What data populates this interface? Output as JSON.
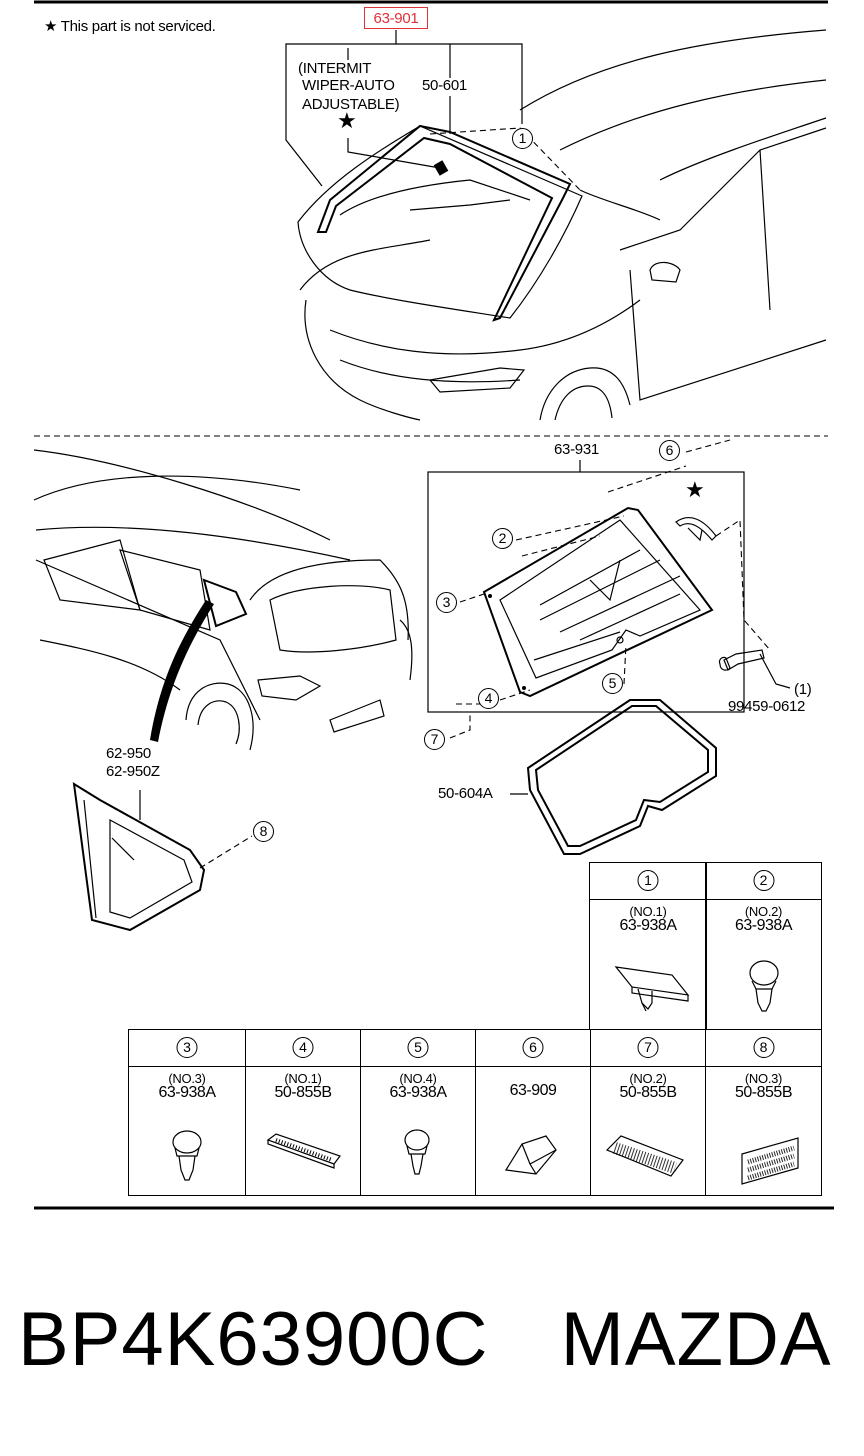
{
  "legend": {
    "star_icon": "star-icon",
    "note": "This part is not serviced."
  },
  "highlight": {
    "part_number": "63-901",
    "color": "#e0303a"
  },
  "windshield": {
    "note_lines": [
      "(INTERMIT",
      "WIPER-AUTO",
      "ADJUSTABLE)"
    ],
    "part_50_601": "50-601",
    "callout": "1"
  },
  "rear": {
    "part_63_931": "63-931",
    "callouts": [
      "2",
      "3",
      "4",
      "5",
      "6",
      "7",
      "8"
    ],
    "bolt_part": "99459-0612",
    "bolt_qty": "(1)",
    "part_62_950": "62-950",
    "part_62_950z": "62-950Z",
    "weatherstrip": "50-604A"
  },
  "parts_table": {
    "top_row": [
      {
        "num": "1",
        "sub": "(NO.1)",
        "part": "63-938A"
      },
      {
        "num": "2",
        "sub": "(NO.2)",
        "part": "63-938A"
      }
    ],
    "bottom_row": [
      {
        "num": "3",
        "sub": "(NO.3)",
        "part": "63-938A"
      },
      {
        "num": "4",
        "sub": "(NO.1)",
        "part": "50-855B"
      },
      {
        "num": "5",
        "sub": "(NO.4)",
        "part": "63-938A"
      },
      {
        "num": "6",
        "sub": "",
        "part": "63-909"
      },
      {
        "num": "7",
        "sub": "(NO.2)",
        "part": "50-855B"
      },
      {
        "num": "8",
        "sub": "(NO.3)",
        "part": "50-855B"
      }
    ]
  },
  "caption": {
    "part_number": "BP4K63900C",
    "brand": "MAZDA"
  }
}
